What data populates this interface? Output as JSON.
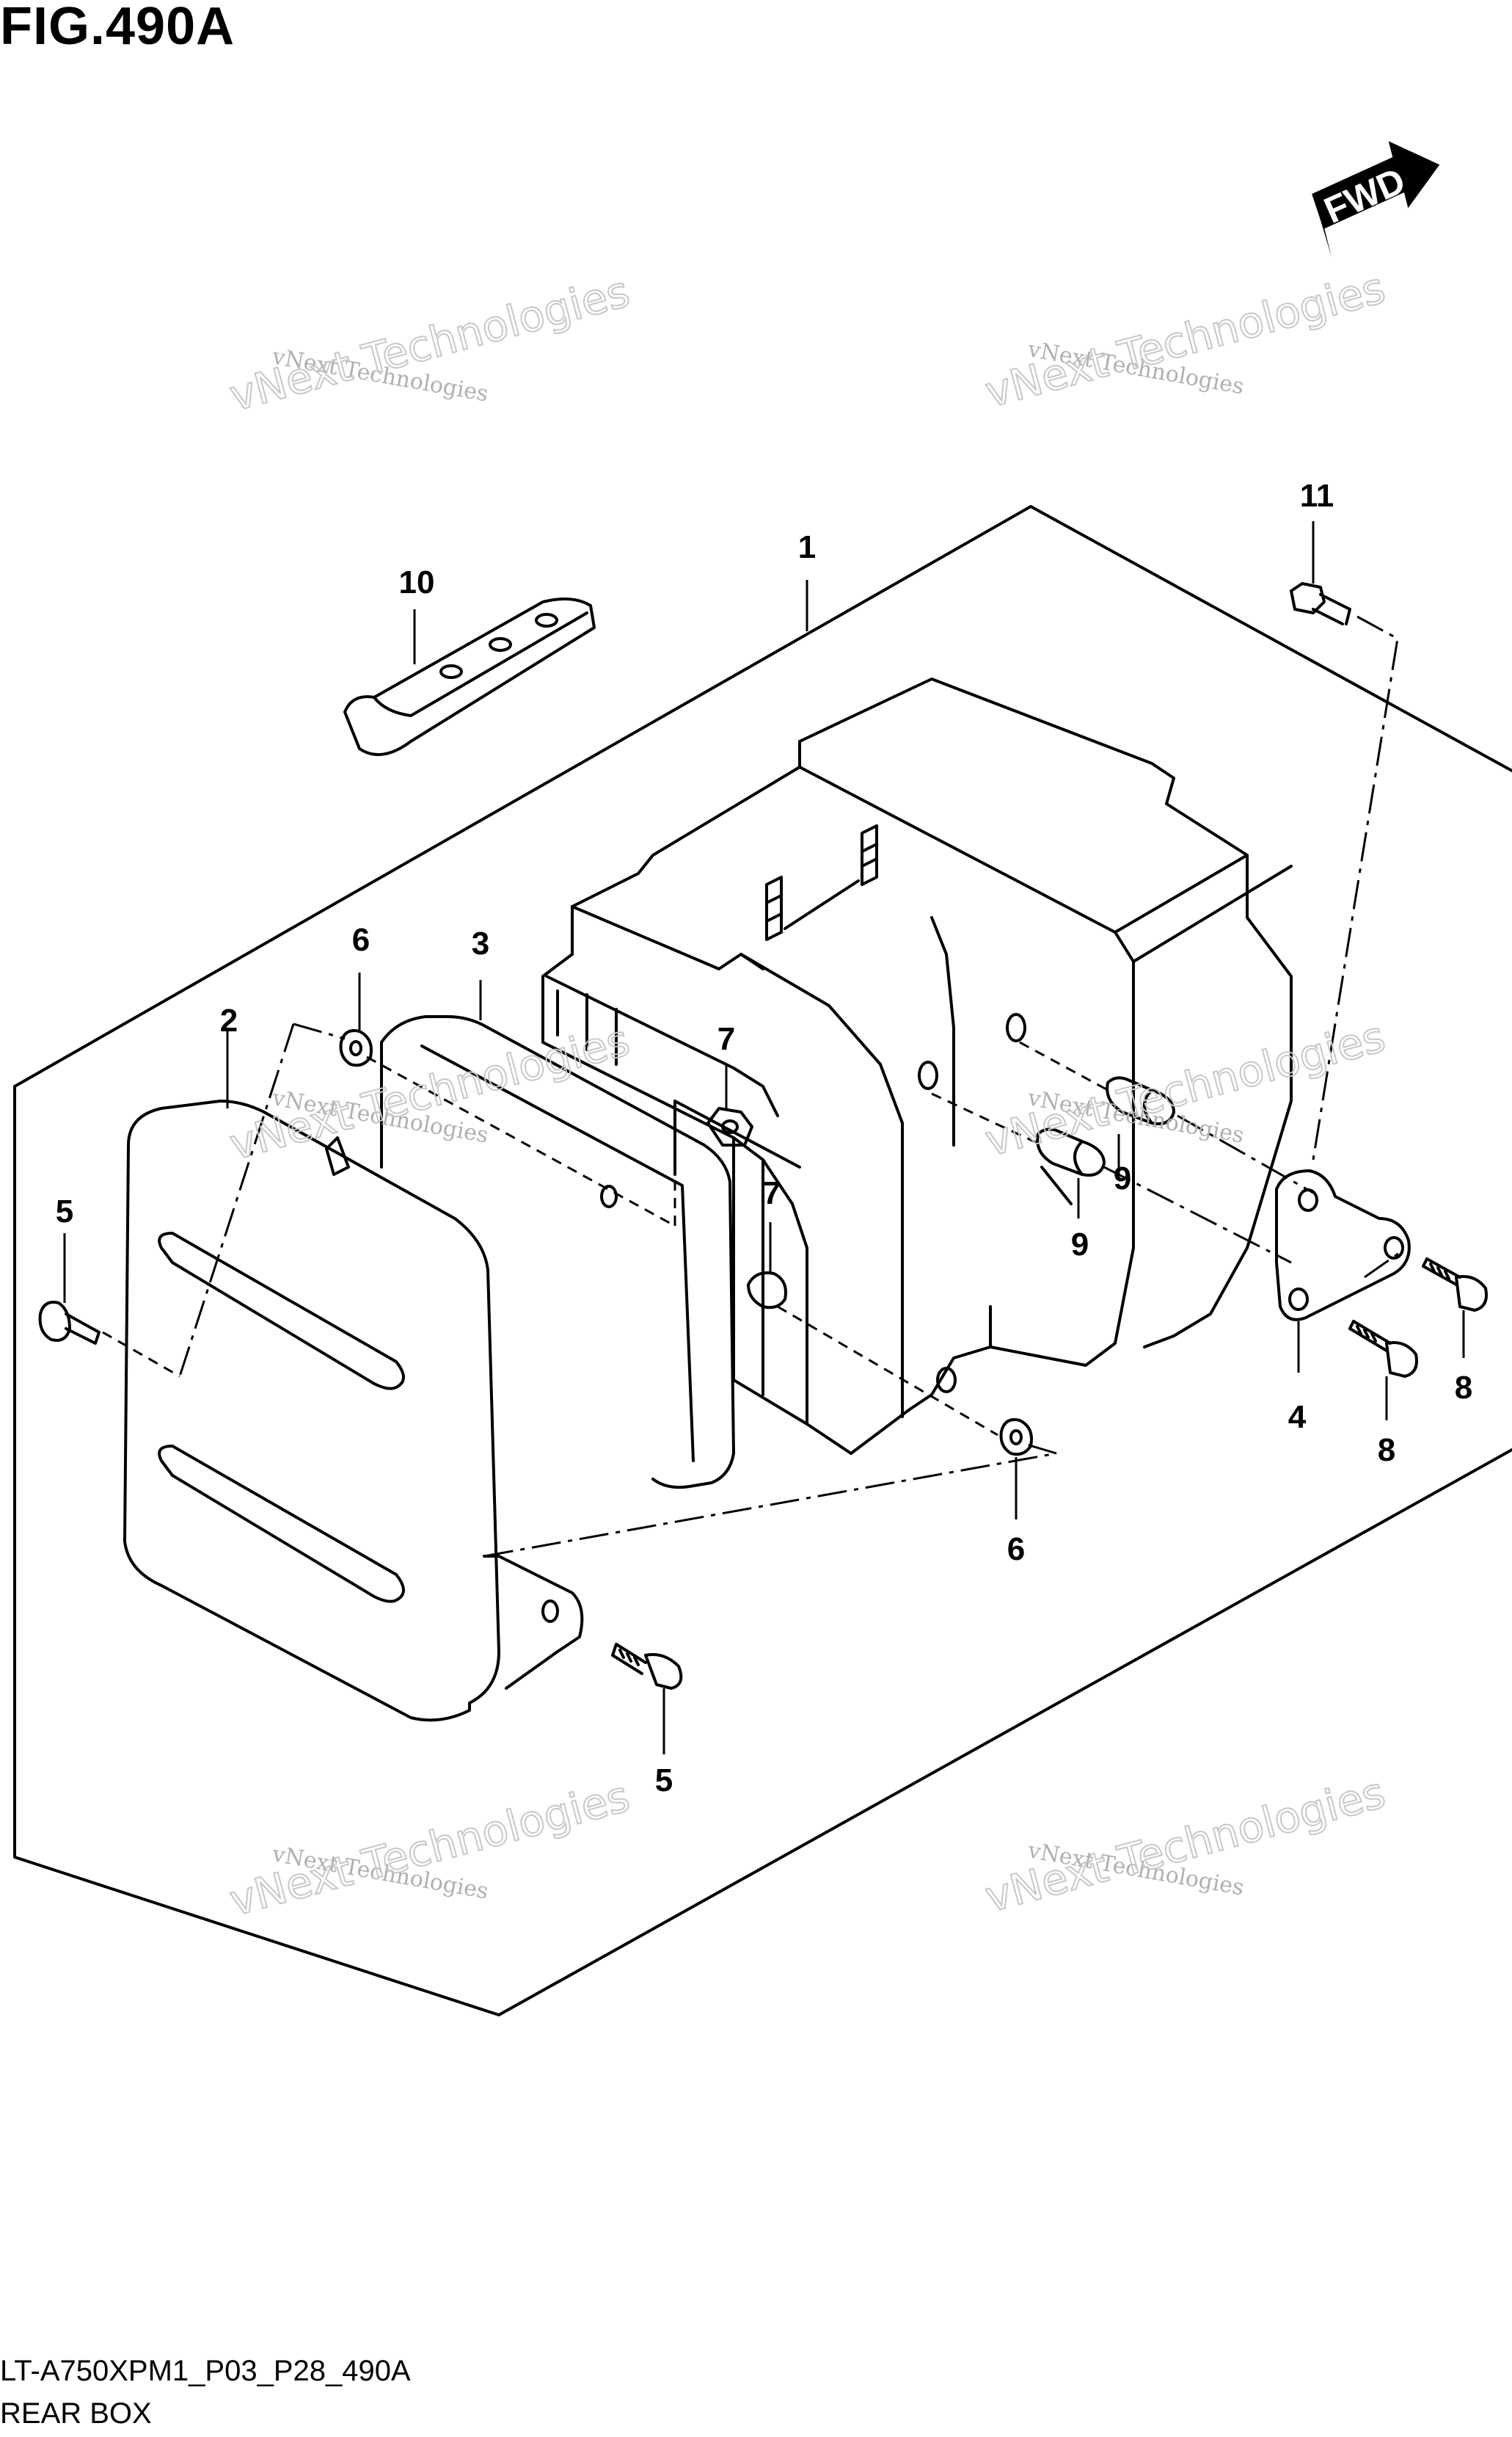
{
  "figure": {
    "title": "FIG.490A",
    "code": "LT-A750XPM1_P03_P28_490A",
    "name": "REAR BOX"
  },
  "fwd_indicator": {
    "label": "FWD"
  },
  "watermark": {
    "line1": "vNext Technologies",
    "line2": "vNext Technologies"
  },
  "callouts": {
    "c1": "1",
    "c2": "2",
    "c3": "3",
    "c4": "4",
    "c5a": "5",
    "c5b": "5",
    "c6a": "6",
    "c6b": "6",
    "c7a": "7",
    "c7b": "7",
    "c8a": "8",
    "c8b": "8",
    "c9a": "9",
    "c9b": "9",
    "c10": "10",
    "c11": "11"
  },
  "colors": {
    "line": "#000000",
    "background": "#ffffff",
    "watermark": "#b0b0b0"
  }
}
